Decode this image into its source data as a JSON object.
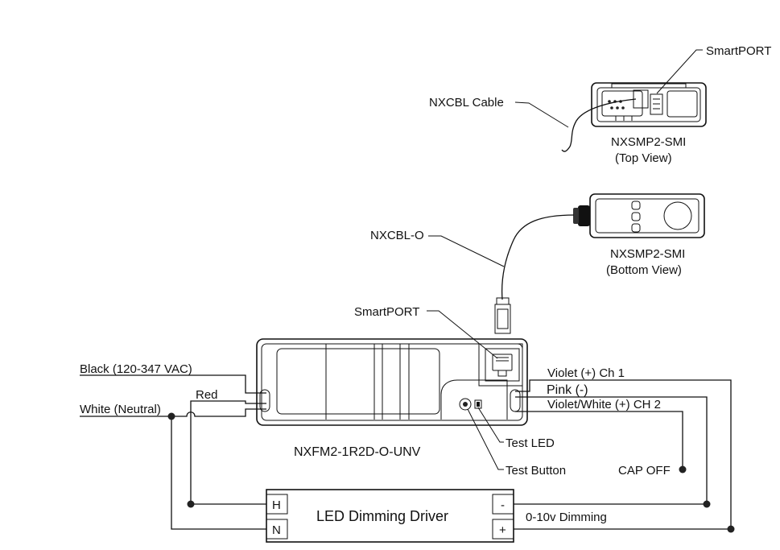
{
  "labels": {
    "smartport_top": "SmartPORT",
    "nxcbl_cable": "NXCBL Cable",
    "sensor_top_name": "NXSMP2-SMI",
    "sensor_top_view": "(Top View)",
    "nxcbl_o": "NXCBL-O",
    "sensor_bottom_name": "NXSMP2-SMI",
    "sensor_bottom_view": "(Bottom View)",
    "smartport_module": "SmartPORT",
    "black_wire": "Black (120-347 VAC)",
    "red_wire": "Red",
    "white_wire": "White (Neutral)",
    "violet_ch1": "Violet (+) Ch 1",
    "pink": "Pink (-)",
    "violet_white_ch2": "Violet/White (+)  CH 2",
    "module_name": "NXFM2-1R2D-O-UNV",
    "test_led": "Test LED",
    "test_button": "Test Button",
    "cap_off": "CAP OFF",
    "driver_name": "LED Dimming Driver",
    "terminal_h": "H",
    "terminal_n": "N",
    "terminal_minus": "-",
    "terminal_plus": "+",
    "dimming": "0-10v Dimming"
  }
}
